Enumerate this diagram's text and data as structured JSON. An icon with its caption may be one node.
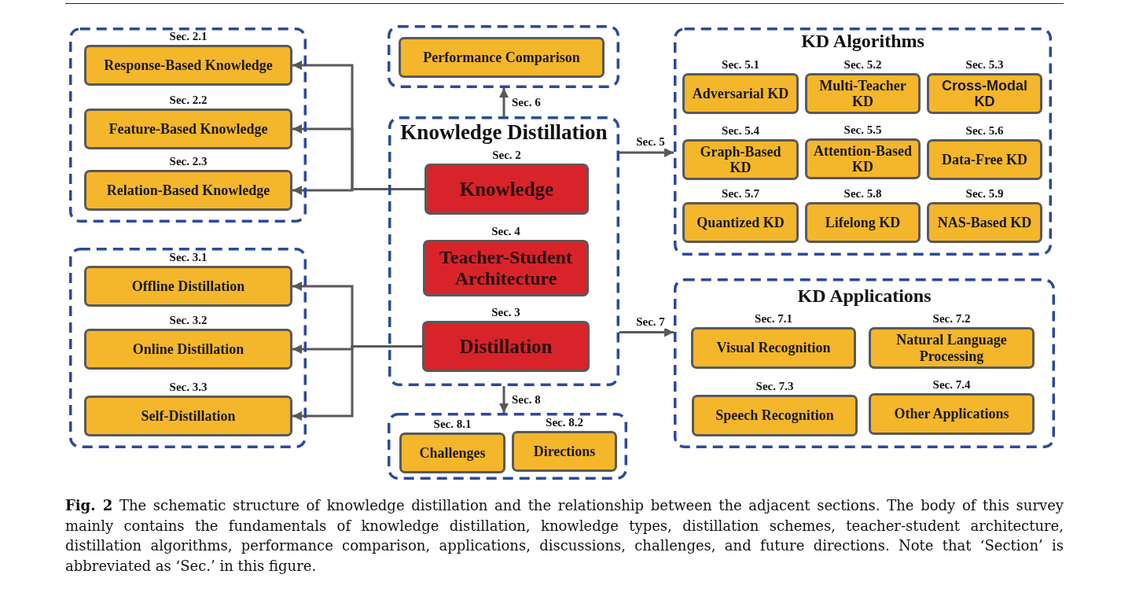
{
  "diagram": {
    "caption": "**Fig. 2** The schematic structure of knowledge distillation and the relationship between the adjacent sections. The body of this survey mainly contains the fundamentals of knowledge distillation, knowledge types, distillation schemes, teacher-student architecture, distillation algorithms, performance comparison, applications, discussions, challenges, and future directions. Note that ‘Section’ is abbreviated as ‘Sec.’ in this figure.",
    "nodes": [
      {
        "text": [],
        "shape": "box"
      },
      {
        "text": [
          "Response-Based Knowledge"
        ],
        "beside": [
          "Sec. 2.1"
        ],
        "in": 0
      },
      {
        "text": [
          "Feature-Based Knowledge"
        ],
        "beside": [
          "Sec. 2.2"
        ],
        "in": 0
      },
      {
        "text": [
          "Relation-Based Knowledge"
        ],
        "beside": [
          "Sec. 2.3"
        ],
        "in": 0
      },
      {
        "text": [],
        "shape": "box"
      },
      {
        "text": [
          "Offline Distillation"
        ],
        "beside": [
          "Sec. 3.1"
        ],
        "in": 4
      },
      {
        "text": [
          "Online Distillation"
        ],
        "beside": [
          "Sec. 3.2"
        ],
        "in": 4
      },
      {
        "text": [
          "Self-Distillation"
        ],
        "beside": [
          "Sec. 3.3"
        ],
        "in": 4
      },
      {
        "text": [],
        "shape": "box"
      },
      {
        "text": [
          "Performance Comparison"
        ],
        "in": 8
      },
      {
        "text": [
          "Knowledge Distillation"
        ]
      },
      {
        "text": [
          "Knowledge"
        ],
        "beside": [
          "Sec. 2"
        ],
        "in": 10
      },
      {
        "text": [
          "Teacher-Student Architecture"
        ],
        "beside": [
          "Sec. 4"
        ],
        "in": 10
      },
      {
        "text": [
          "Distillation"
        ],
        "beside": [
          "Sec. 3"
        ],
        "in": 10
      },
      {
        "text": [],
        "shape": "box"
      },
      {
        "text": [
          "Challenges"
        ],
        "beside": [
          "Sec. 8.1"
        ],
        "in": 14
      },
      {
        "text": [
          "Directions"
        ],
        "beside": [
          "Sec. 8.2"
        ],
        "in": 14
      },
      {
        "text": [
          "KD Algorithms"
        ]
      },
      {
        "text": [
          "Adversarial KD"
        ],
        "beside": [
          "Sec. 5.1"
        ],
        "in": 17
      },
      {
        "text": [
          "Multi-Teacher KD"
        ],
        "beside": [
          "Sec. 5.2"
        ],
        "in": 17
      },
      {
        "text": [
          "Cross-Modal KD"
        ],
        "beside": [
          "Sec. 5.3"
        ],
        "in": 17
      },
      {
        "text": [
          "Graph-Based KD"
        ],
        "beside": [
          "Sec. 5.4"
        ],
        "in": 17
      },
      {
        "text": [
          "Attention-Based KD"
        ],
        "beside": [
          "Sec. 5.5"
        ],
        "in": 17
      },
      {
        "text": [
          "Data-Free KD"
        ],
        "beside": [
          "Sec. 5.6"
        ],
        "in": 17
      },
      {
        "text": [
          "Quantized KD"
        ],
        "beside": [
          "Sec. 5.7"
        ],
        "in": 17
      },
      {
        "text": [
          "Lifelong KD"
        ],
        "beside": [
          "Sec. 5.8"
        ],
        "in": 17
      },
      {
        "text": [
          "NAS-Based KD"
        ],
        "beside": [
          "Sec. 5.9"
        ],
        "in": 17
      },
      {
        "text": [
          "KD Applications"
        ]
      },
      {
        "text": [
          "Visual Recognition"
        ],
        "beside": [
          "Sec. 7.1"
        ],
        "in": 27
      },
      {
        "text": [
          "Natural Language Processing"
        ],
        "beside": [
          "Sec. 7.2"
        ],
        "in": 27
      },
      {
        "text": [
          "Speech Recognition"
        ],
        "beside": [
          "Sec. 7.3"
        ],
        "in": 27
      },
      {
        "text": [
          "Other Applications"
        ],
        "beside": [
          "Sec. 7.4"
        ],
        "in": 27
      }
    ],
    "edges": [
      {
        "from": 11,
        "to": 1,
        "arrow": "to"
      },
      {
        "from": 11,
        "to": 2,
        "arrow": "to"
      },
      {
        "from": 11,
        "to": 3,
        "arrow": "to"
      },
      {
        "from": 13,
        "to": 5,
        "arrow": "to"
      },
      {
        "from": 13,
        "to": 6,
        "arrow": "to"
      },
      {
        "from": 13,
        "to": 7,
        "arrow": "to"
      },
      {
        "from": 10,
        "to": 8,
        "arrow": "to",
        "label": "Sec. 6"
      },
      {
        "from": 10,
        "to": 17,
        "arrow": "to",
        "label": "Sec. 5"
      },
      {
        "from": 10,
        "to": 27,
        "arrow": "to",
        "label": "Sec. 7"
      },
      {
        "from": 10,
        "to": 14,
        "arrow": "to",
        "label": "Sec. 8"
      }
    ]
  }
}
